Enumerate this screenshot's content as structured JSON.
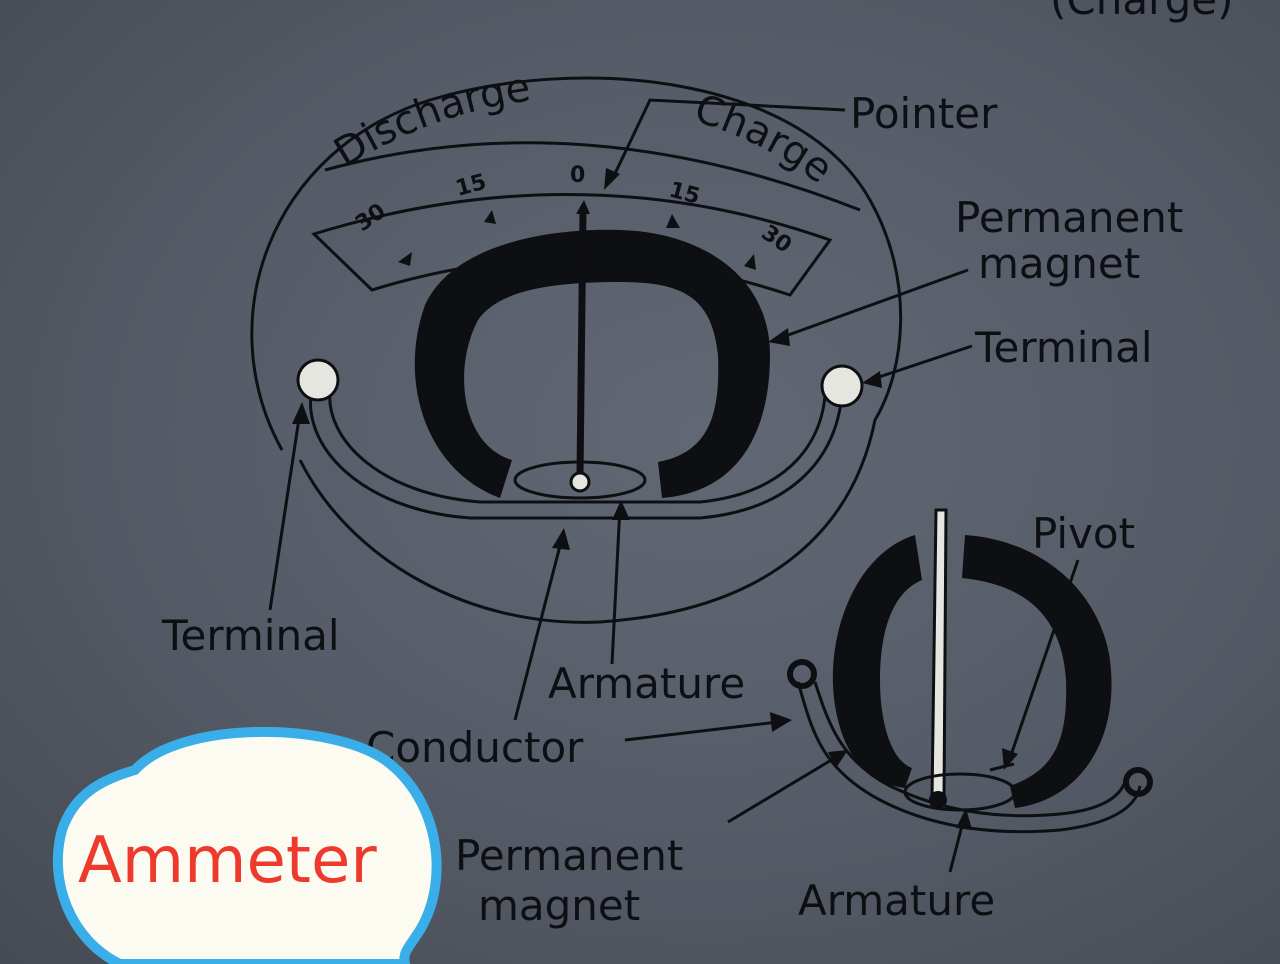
{
  "top_cut_text": "(Charge)",
  "scale": {
    "discharge_label": "Discharge",
    "charge_label": "Charge",
    "ticks": [
      "30",
      "15",
      "0",
      "15",
      "30"
    ]
  },
  "labels": {
    "pointer": "Pointer",
    "permanent_magnet_line1": "Permanent",
    "permanent_magnet_line2": "magnet",
    "terminal_right": "Terminal",
    "terminal_left": "Terminal",
    "armature_main": "Armature",
    "conductor": "Conductor",
    "pivot": "Pivot",
    "permanent_magnet_small_line1": "Permanent",
    "permanent_magnet_small_line2": "magnet",
    "armature_small": "Armature"
  },
  "bubble": {
    "text": "Ammeter",
    "text_color": "#ee3a2c",
    "border_color": "#3aaee8"
  }
}
